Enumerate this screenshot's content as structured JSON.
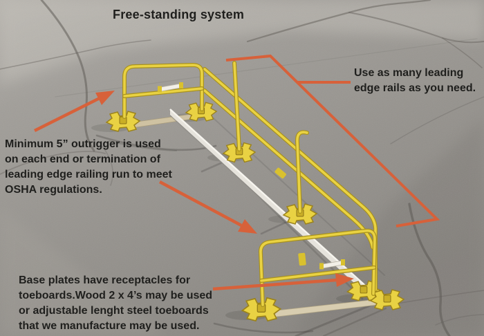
{
  "title": "Free-standing system",
  "annotations": {
    "leading_edge": "Use as many leading\nedge rails as you need.",
    "outrigger": "Minimum 5” outrigger is used\non each end or termination of\nleading edge railing run to meet\nOSHA regulations.",
    "base_plates": "Base plates have receptacles for\ntoeboards.Wood 2 x 4’s may be used\nor adjustable lenght steel toeboards\nthat we manufacture may be used."
  },
  "graphics": {
    "pointer_names": [
      "arrow-to-outrigger",
      "arrow-to-midspan-rail",
      "arrow-to-base-plate",
      "bracket-leading-edge-run"
    ],
    "photo_subject": "free-standing guardrail system on asphalt"
  },
  "colors": {
    "accent_orange": "#d7613a",
    "rail_yellow": "#e9d243",
    "rail_dark": "#a8911d",
    "text_dark": "#1f1f1d",
    "asphalt_mid": "#9b9894"
  }
}
